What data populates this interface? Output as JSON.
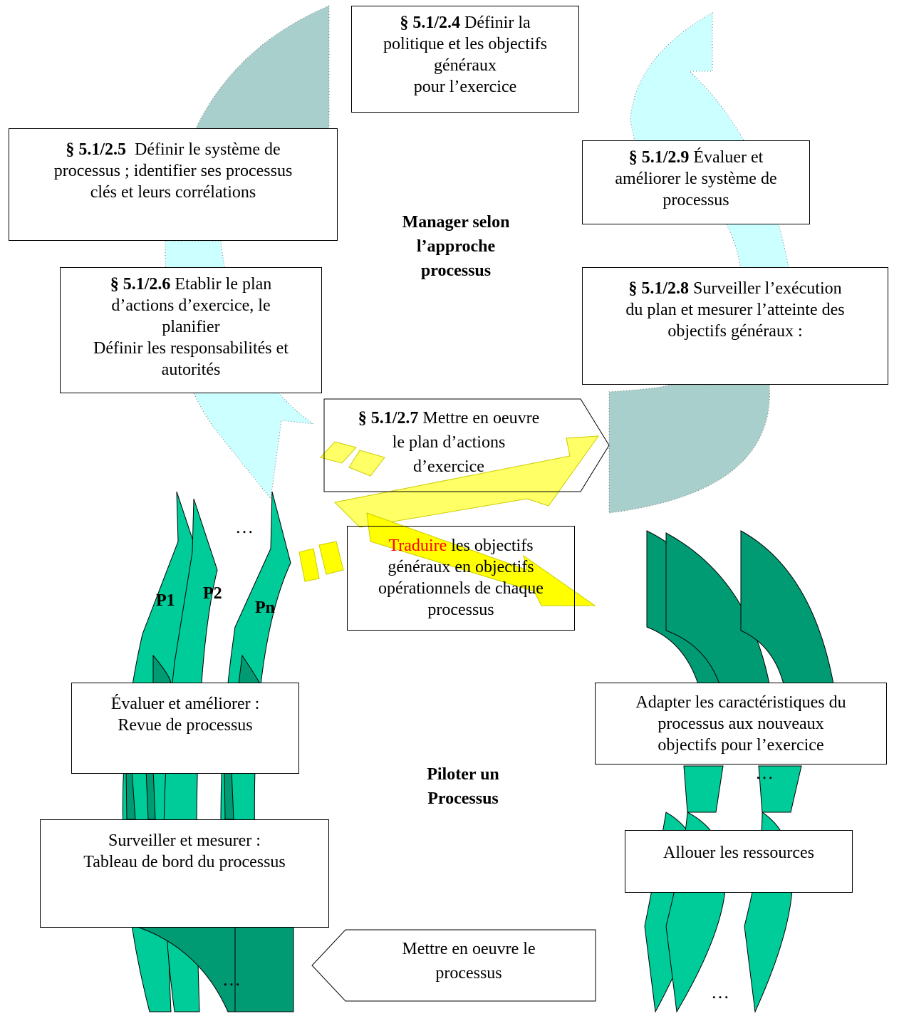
{
  "colors": {
    "arrow_dark": "#a8cfcb",
    "arrow_light": "#ccffff",
    "process_light": "#00cc99",
    "process_dark": "#009a73",
    "yellow_arrow": "#ffff00",
    "highlight_red": "#ff0000"
  },
  "boxes": {
    "b24": {
      "ref": "§ 5.1/2.4",
      "lines": [
        "Définir la",
        "politique et les objectifs",
        "généraux",
        "pour l’exercice"
      ]
    },
    "b25": {
      "ref": "§ 5.1/2.5",
      "lines": [
        "Définir le système de",
        "processus ; identifier ses processus",
        "clés et leurs corrélations"
      ]
    },
    "b26": {
      "ref": "§ 5.1/2.6",
      "lines": [
        "Etablir le plan",
        "d’actions d’exercice, le",
        "planifier",
        "Définir les responsabilités et",
        "autorités"
      ]
    },
    "b27": {
      "ref": "§ 5.1/2.7",
      "lines": [
        "Mettre en oeuvre",
        "le plan d’actions",
        "d’exercice"
      ]
    },
    "b28": {
      "ref": "§ 5.1/2.8",
      "lines": [
        "Surveiller l’exécution",
        "du plan et mesurer l’atteinte des",
        "objectifs généraux :"
      ]
    },
    "b29": {
      "ref": "§ 5.1/2.9",
      "lines": [
        "Évaluer et",
        "améliorer le système de",
        "processus"
      ]
    },
    "traduire": {
      "highlight": "Traduire",
      "lines": [
        "les objectifs",
        "généraux en objectifs",
        "opérationnels de chaque",
        "processus"
      ]
    },
    "evaluer": {
      "lines": [
        "Évaluer et améliorer :",
        "Revue de processus"
      ]
    },
    "surveiller": {
      "lines": [
        "Surveiller et mesurer :",
        "Tableau de bord du processus"
      ]
    },
    "adapter": {
      "lines": [
        "Adapter les caractéristiques du",
        "processus aux nouveaux",
        "objectifs pour l’exercice"
      ]
    },
    "allouer": {
      "lines": [
        "Allouer les ressources"
      ]
    },
    "mettre": {
      "lines": [
        "Mettre en oeuvre le",
        "processus"
      ]
    }
  },
  "center_labels": {
    "manager": [
      "Manager selon",
      "l’approche",
      "processus"
    ],
    "piloter": [
      "Piloter un",
      "Processus"
    ]
  },
  "process_labels": [
    "P1",
    "P2",
    "Pn"
  ],
  "ellipsis": "…"
}
